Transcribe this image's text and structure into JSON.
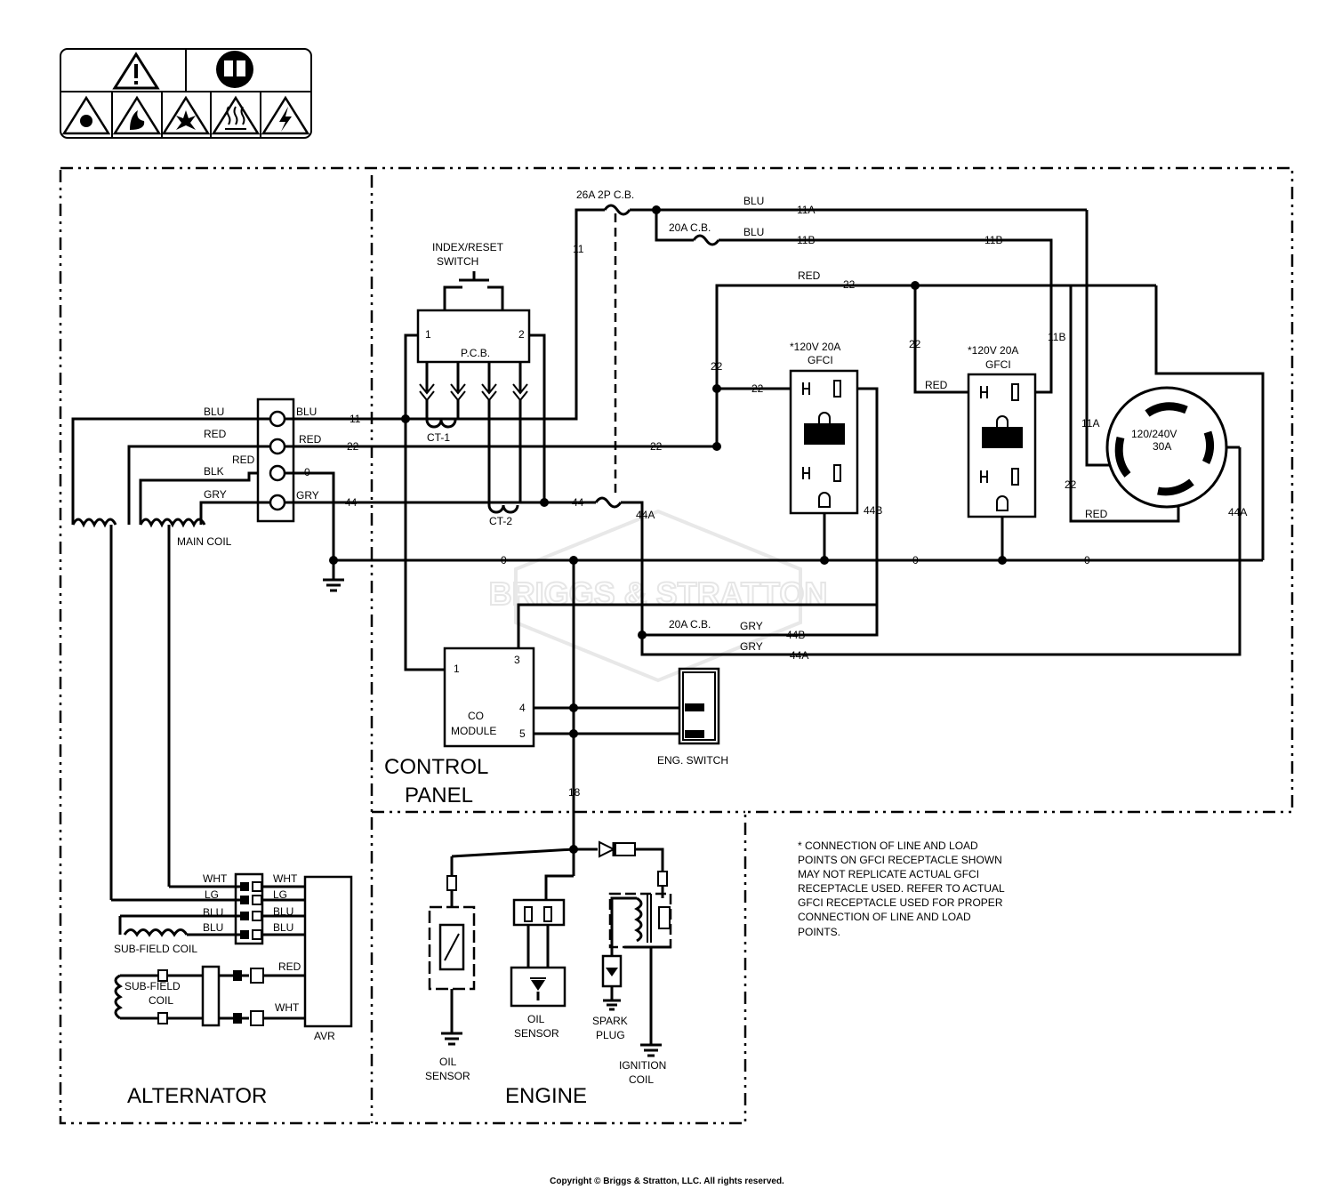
{
  "sections": {
    "control_panel_line1": "CONTROL",
    "control_panel_line2": "PANEL",
    "alternator": "ALTERNATOR",
    "engine": "ENGINE"
  },
  "components": {
    "index_switch_l1": "INDEX/RESET",
    "index_switch_l2": "SWITCH",
    "pcb": "P.C.B.",
    "pcb_pin1": "1",
    "pcb_pin2": "2",
    "ct1": "CT-1",
    "ct2": "CT-2",
    "cb_26a": "26A 2P C.B.",
    "cb_20a_top": "20A C.B.",
    "cb_20a_bottom": "20A C.B.",
    "gfci1_l1": "*120V 20A",
    "gfci1_l2": "GFCI",
    "gfci2_l1": "*120V 20A",
    "gfci2_l2": "GFCI",
    "twistlock_l1": "120/240V",
    "twistlock_l2": "30A",
    "co_module_l1": "CO",
    "co_module_l2": "MODULE",
    "co_pin1": "1",
    "co_pin3": "3",
    "co_pin4": "4",
    "co_pin5": "5",
    "eng_switch": "ENG. SWITCH",
    "main_coil": "MAIN COIL",
    "sub_field_coil": "SUB-FIELD COIL",
    "sub_field_coil2_l1": "SUB-FIELD",
    "sub_field_coil2_l2": "COIL",
    "avr": "AVR",
    "oil_sensor1_l1": "OIL",
    "oil_sensor1_l2": "SENSOR",
    "oil_sensor2_l1": "OIL",
    "oil_sensor2_l2": "SENSOR",
    "spark_plug_l1": "SPARK",
    "spark_plug_l2": "PLUG",
    "ignition_coil_l1": "IGNITION",
    "ignition_coil_l2": "COIL"
  },
  "wires": {
    "blu_l": "BLU",
    "red_l": "RED",
    "blk_l": "BLK",
    "gry_l": "GRY",
    "blu_r": "BLU",
    "red_r": "RED",
    "red_mid": "RED",
    "gry_r": "GRY",
    "n11": "11",
    "n22": "22",
    "n0": "0",
    "n44": "44",
    "n11_vert": "11",
    "n22_mid": "22",
    "n44_mid": "44",
    "n44a_mid": "44A",
    "n0_a": "0",
    "n0_b": "0",
    "n0_c": "0",
    "blu_11a": "BLU",
    "n11a": "11A",
    "blu_11b": "BLU",
    "n11b": "11B",
    "n11b_r": "11B",
    "n11b_vert": "11B",
    "red_22": "RED",
    "n22_top": "22",
    "n22_vert": "22",
    "n22_gfci": "22",
    "n22_vert2": "22",
    "red_gfci2": "RED",
    "n11a_vert": "11A",
    "n22_vert3": "22",
    "red_tl": "RED",
    "n44a_vert": "44A",
    "n44b_vert": "44B",
    "gry_44b": "GRY",
    "n44b": "44B",
    "gry_44a": "GRY",
    "n44a": "44A",
    "n18": "18",
    "avr_wht_l": "WHT",
    "avr_lg_l": "LG",
    "avr_blu1_l": "BLU",
    "avr_blu2_l": "BLU",
    "avr_wht_r": "WHT",
    "avr_lg_r": "LG",
    "avr_blu1_r": "BLU",
    "avr_blu2_r": "BLU",
    "avr_red": "RED",
    "avr_wht2": "WHT"
  },
  "note": [
    "* CONNECTION OF LINE AND LOAD",
    "POINTS  ON GFCI  RECEPTACLE SHOWN",
    "MAY NOT REPLICATE ACTUAL GFCI",
    "RECEPTACLE USED.  REFER TO ACTUAL",
    "GFCI RECEPTACLE USED FOR PROPER",
    "CONNECTION OF LINE AND LOAD",
    "POINTS."
  ],
  "watermark": "BRIGGS & STRATTON",
  "copyright": "Copyright © Briggs & Stratton, LLC. All rights reserved."
}
